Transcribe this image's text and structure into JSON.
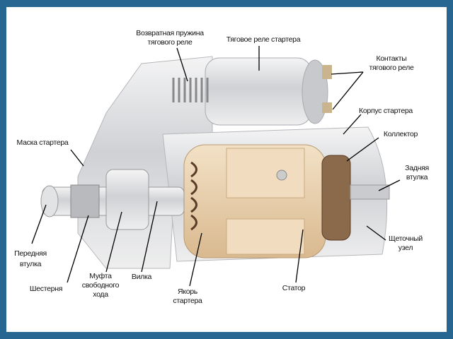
{
  "title": "Устройство стартера",
  "colors": {
    "frame": "#266690",
    "background": "#ffffff",
    "housing": "#d9dadc",
    "winding": "#e8cfae",
    "copper": "#6b4a33"
  },
  "labels": {
    "return_spring": [
      "Возвратная пружина",
      "тягового реле"
    ],
    "solenoid": [
      "Тяговое реле стартера"
    ],
    "solenoid_contacts": [
      "Контакты",
      "тягового реле"
    ],
    "housing": [
      "Корпус стартера"
    ],
    "commutator": [
      "Коллектор"
    ],
    "rear_bushing": [
      "Задняя",
      "втулка"
    ],
    "front_cover": [
      "Маска стартера"
    ],
    "brush_assembly": [
      "Щеточный",
      "узел"
    ],
    "front_bushing": [
      "Передняя",
      "втулка"
    ],
    "pinion_gear": [
      "Шестерня"
    ],
    "overrunning_clutch": [
      "Муфта",
      "свободного",
      "хода"
    ],
    "fork": [
      "Вилка"
    ],
    "armature": [
      "Якорь",
      "стартера"
    ],
    "stator": [
      "Статор"
    ]
  }
}
